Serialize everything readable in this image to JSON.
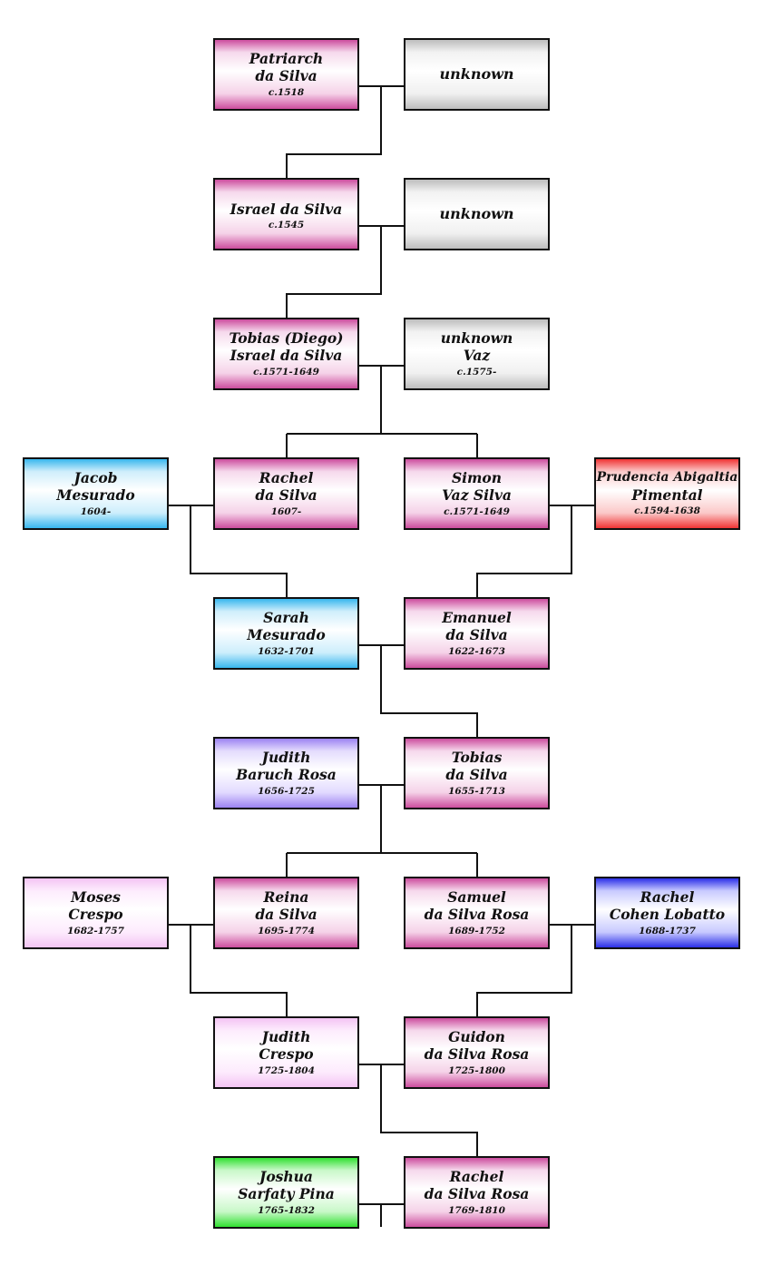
{
  "people": {
    "patriarch": {
      "line1": "Patriarch",
      "line2": "da Silva",
      "dates": "c.1518",
      "color": "#cc4d9e"
    },
    "unknown1": {
      "line1": "unknown",
      "color": "#bdbdbd"
    },
    "israel": {
      "line1": "Israel da Silva",
      "dates": "c.1545",
      "color": "#cc4d9e"
    },
    "unknown2": {
      "line1": "unknown",
      "color": "#bdbdbd"
    },
    "tobias_diego": {
      "line1": "Tobias (Diego)",
      "line2": "Israel da Silva",
      "dates": "c.1571-1649",
      "color": "#cc4d9e"
    },
    "unknown_vaz": {
      "line1": "unknown",
      "line2": "Vaz",
      "dates": "c.1575-",
      "color": "#bdbdbd"
    },
    "jacob": {
      "line1": "Jacob",
      "line2": "Mesurado",
      "dates": "1604-",
      "color": "#38b7ee"
    },
    "rachel1": {
      "line1": "Rachel",
      "line2": "da Silva",
      "dates": "1607-",
      "color": "#cc4d9e"
    },
    "simon": {
      "line1": "Simon",
      "line2": "Vaz Silva",
      "dates": "c.1571-1649",
      "color": "#cc4d9e"
    },
    "prudencia": {
      "line1": "Prudencia Abigaltia",
      "line2": "Pimental",
      "dates": "c.1594-1638",
      "color": "#f03434"
    },
    "sarah": {
      "line1": "Sarah",
      "line2": "Mesurado",
      "dates": "1632-1701",
      "color": "#38b7ee"
    },
    "emanuel": {
      "line1": "Emanuel",
      "line2": "da Silva",
      "dates": "1622-1673",
      "color": "#cc4d9e"
    },
    "judith1": {
      "line1": "Judith",
      "line2": "Baruch Rosa",
      "dates": "1656-1725",
      "color": "#9c83f2"
    },
    "tobias2": {
      "line1": "Tobias",
      "line2": "da Silva",
      "dates": "1655-1713",
      "color": "#cc4d9e"
    },
    "moses": {
      "line1": "Moses",
      "line2": "Crespo",
      "dates": "1682-1757",
      "color": "#f4c4f4"
    },
    "reina": {
      "line1": "Reina",
      "line2": "da Silva",
      "dates": "1695-1774",
      "color": "#cc4d9e"
    },
    "samuel": {
      "line1": "Samuel",
      "line2": "da Silva Rosa",
      "dates": "1689-1752",
      "color": "#cc4d9e"
    },
    "rachel_cl": {
      "line1": "Rachel",
      "line2": "Cohen Lobatto",
      "dates": "1688-1737",
      "color": "#2b2fe8"
    },
    "judith2": {
      "line1": "Judith",
      "line2": "Crespo",
      "dates": "1725-1804",
      "color": "#f4c4f4"
    },
    "guidon": {
      "line1": "Guidon",
      "line2": "da Silva Rosa",
      "dates": "1725-1800",
      "color": "#cc4d9e"
    },
    "joshua": {
      "line1": "Joshua",
      "line2": "Sarfaty Pina",
      "dates": "1765-1832",
      "color": "#30e030"
    },
    "rachel_dsr": {
      "line1": "Rachel",
      "line2": "da Silva Rosa",
      "dates": "1769-1810",
      "color": "#cc4d9e"
    }
  }
}
